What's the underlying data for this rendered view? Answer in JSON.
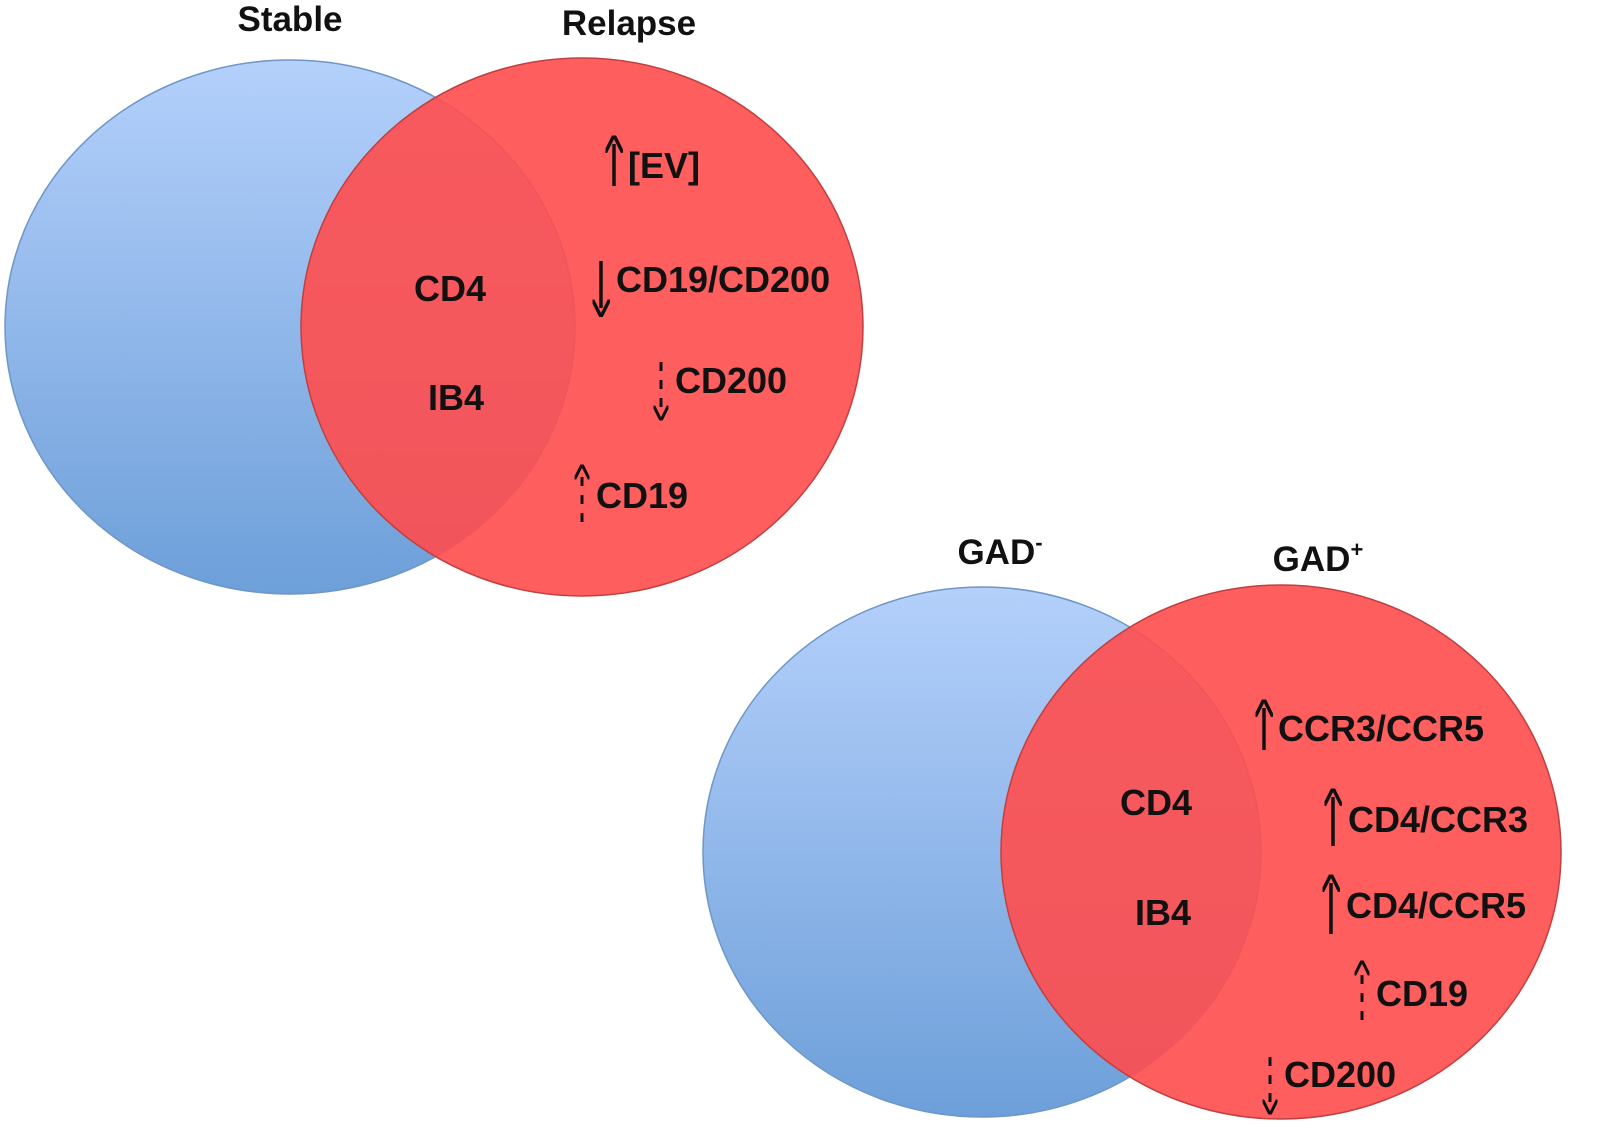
{
  "diagrams": [
    {
      "left_label": "Stable",
      "right_label": "Relapse",
      "shared_items": [
        "CD4",
        "IB4"
      ],
      "right_items": [
        {
          "text": "[EV]",
          "arrow": "up",
          "style": "solid"
        },
        {
          "text": "CD19/CD200",
          "arrow": "down",
          "style": "solid"
        },
        {
          "text": "CD200",
          "arrow": "down",
          "style": "dashed"
        },
        {
          "text": "CD19",
          "arrow": "up",
          "style": "dashed"
        }
      ]
    },
    {
      "left_label": "GAD",
      "left_label_sup": "-",
      "right_label": "GAD",
      "right_label_sup": "+",
      "shared_items": [
        "CD4",
        "IB4"
      ],
      "right_items": [
        {
          "text": "CCR3/CCR5",
          "arrow": "up",
          "style": "solid"
        },
        {
          "text": "CD4/CCR3",
          "arrow": "up",
          "style": "solid"
        },
        {
          "text": "CD4/CCR5",
          "arrow": "up",
          "style": "solid"
        },
        {
          "text": "CD19",
          "arrow": "up",
          "style": "dashed"
        },
        {
          "text": "CD200",
          "arrow": "down",
          "style": "dashed"
        }
      ]
    }
  ],
  "colors": {
    "left_circle_top": "#b4d0fb",
    "left_circle_bottom": "#6d9fd9",
    "left_circle_stroke": "#6e96c8",
    "right_circle": "#ff4d4d",
    "right_circle_stroke": "#c04040",
    "text": "#111111"
  }
}
